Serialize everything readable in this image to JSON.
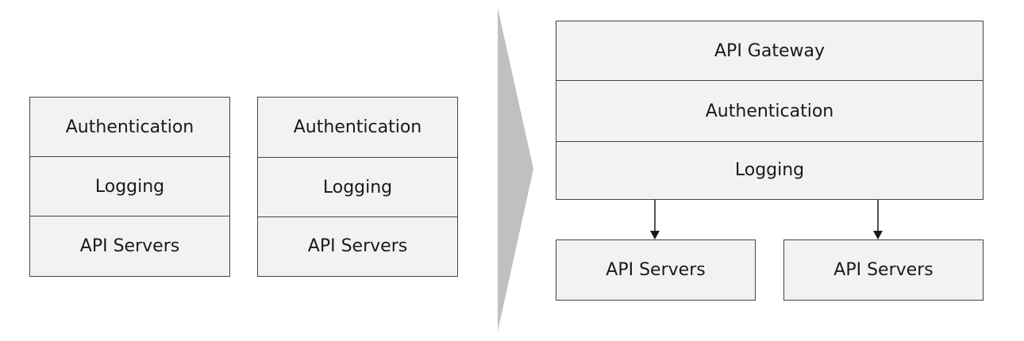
{
  "left_stack_1": {
    "layers": [
      "Authentication",
      "Logging",
      "API Servers"
    ]
  },
  "left_stack_2": {
    "layers": [
      "Authentication",
      "Logging",
      "API Servers"
    ]
  },
  "gateway_stack": {
    "layers": [
      "API Gateway",
      "Authentication",
      "Logging"
    ]
  },
  "servers": [
    "API Servers",
    "API Servers"
  ],
  "colors": {
    "box_fill": "#f2f2f2",
    "border": "#444444",
    "transition_arrow": "#c0c0c0"
  }
}
